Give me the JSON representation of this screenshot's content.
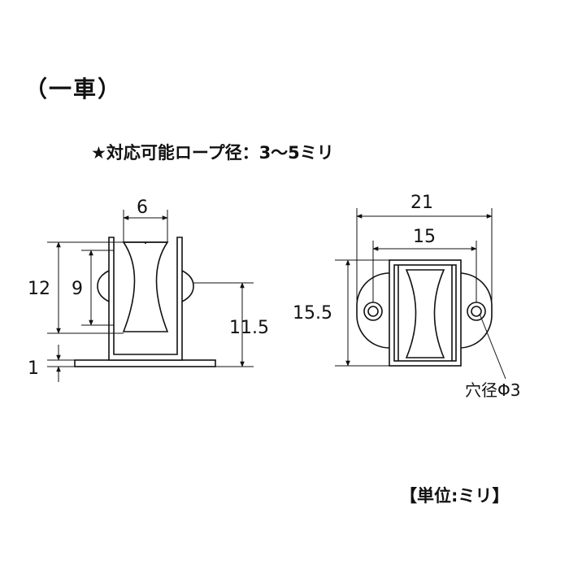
{
  "title": "（一車）",
  "note": "★対応可能ロープ径：3〜5ミリ",
  "unit_label": "【単位:ミリ】",
  "hole_label": "穴径Φ3",
  "front_view": {
    "dims": {
      "width": "6",
      "height_12": "12",
      "height_9": "9",
      "height_11_5": "11.5",
      "thickness": "1"
    }
  },
  "top_view": {
    "dims": {
      "width_21": "21",
      "width_15": "15",
      "height_15_5": "15.5"
    }
  }
}
